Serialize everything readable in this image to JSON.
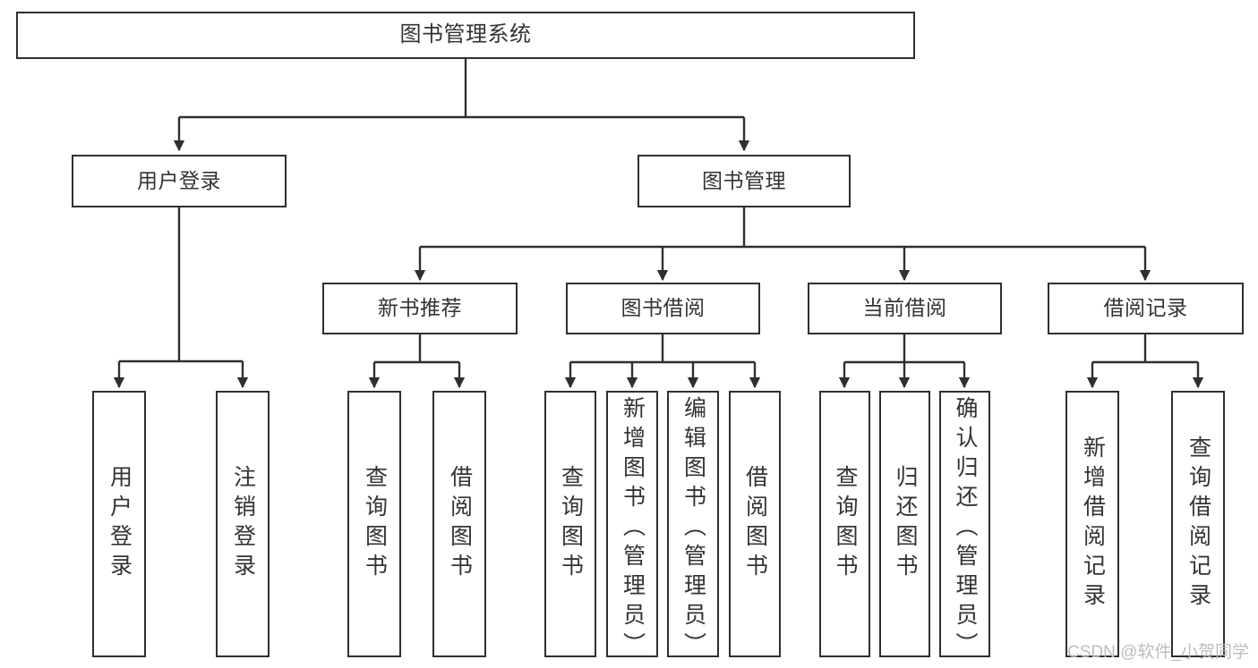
{
  "diagram": {
    "title": "图书管理系统",
    "type": "tree-hierarchy-chart",
    "root": {
      "label": "图书管理系统"
    },
    "level2": [
      {
        "label": "用户登录"
      },
      {
        "label": "图书管理"
      }
    ],
    "level3": [
      {
        "label": "新书推荐"
      },
      {
        "label": "图书借阅"
      },
      {
        "label": "当前借阅"
      },
      {
        "label": "借阅记录"
      }
    ],
    "leaves": {
      "user_login": [
        {
          "label": "用户登录"
        },
        {
          "label": "注销登录"
        }
      ],
      "new_book_recommend": [
        {
          "label": "查询图书"
        },
        {
          "label": "借阅图书"
        }
      ],
      "book_borrow": [
        {
          "label": "查询图书"
        },
        {
          "label": "新增图书（管理员）"
        },
        {
          "label": "编辑图书（管理员）"
        },
        {
          "label": "借阅图书"
        }
      ],
      "current_borrow": [
        {
          "label": "查询图书"
        },
        {
          "label": "归还图书"
        },
        {
          "label": "确认归还（管理员）"
        }
      ],
      "borrow_record": [
        {
          "label": "新增借阅记录"
        },
        {
          "label": "查询借阅记录"
        }
      ]
    }
  },
  "watermark": {
    "text": "CSDN @软件_小贺同学"
  },
  "colors": {
    "stroke": "#2f2f2f",
    "text": "#333333",
    "background": "#ffffff",
    "watermark": "#bdbdbd"
  }
}
